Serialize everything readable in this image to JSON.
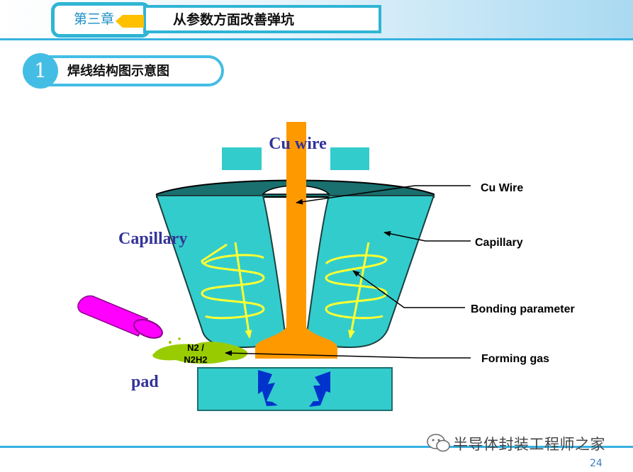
{
  "header": {
    "chapter_label": "第三章",
    "title": "从参数方面改善弹坑"
  },
  "section": {
    "number": "1",
    "title": "焊线结构图示意图"
  },
  "diagram": {
    "top_label": "Cu wire",
    "capillary_label": "Capillary",
    "pad_label": "pad",
    "gas_label_line1": "N2 /",
    "gas_label_line2": "N2H2",
    "callouts": {
      "cu_wire": "Cu Wire",
      "capillary": "Capillary",
      "bonding_parameter": "Bonding parameter",
      "forming_gas": "Forming gas"
    }
  },
  "footer": {
    "watermark": "半导体封装工程师之家",
    "page_number": "24"
  },
  "colors": {
    "accent": "#2fb5d4",
    "capillary_fill": "#33cccc",
    "wire_fill": "#ff9900",
    "coil": "#ffff33",
    "gas": "#99cc00",
    "nozzle": "#ff00ff",
    "spark": "#0033cc",
    "label_navy": "#333399"
  }
}
